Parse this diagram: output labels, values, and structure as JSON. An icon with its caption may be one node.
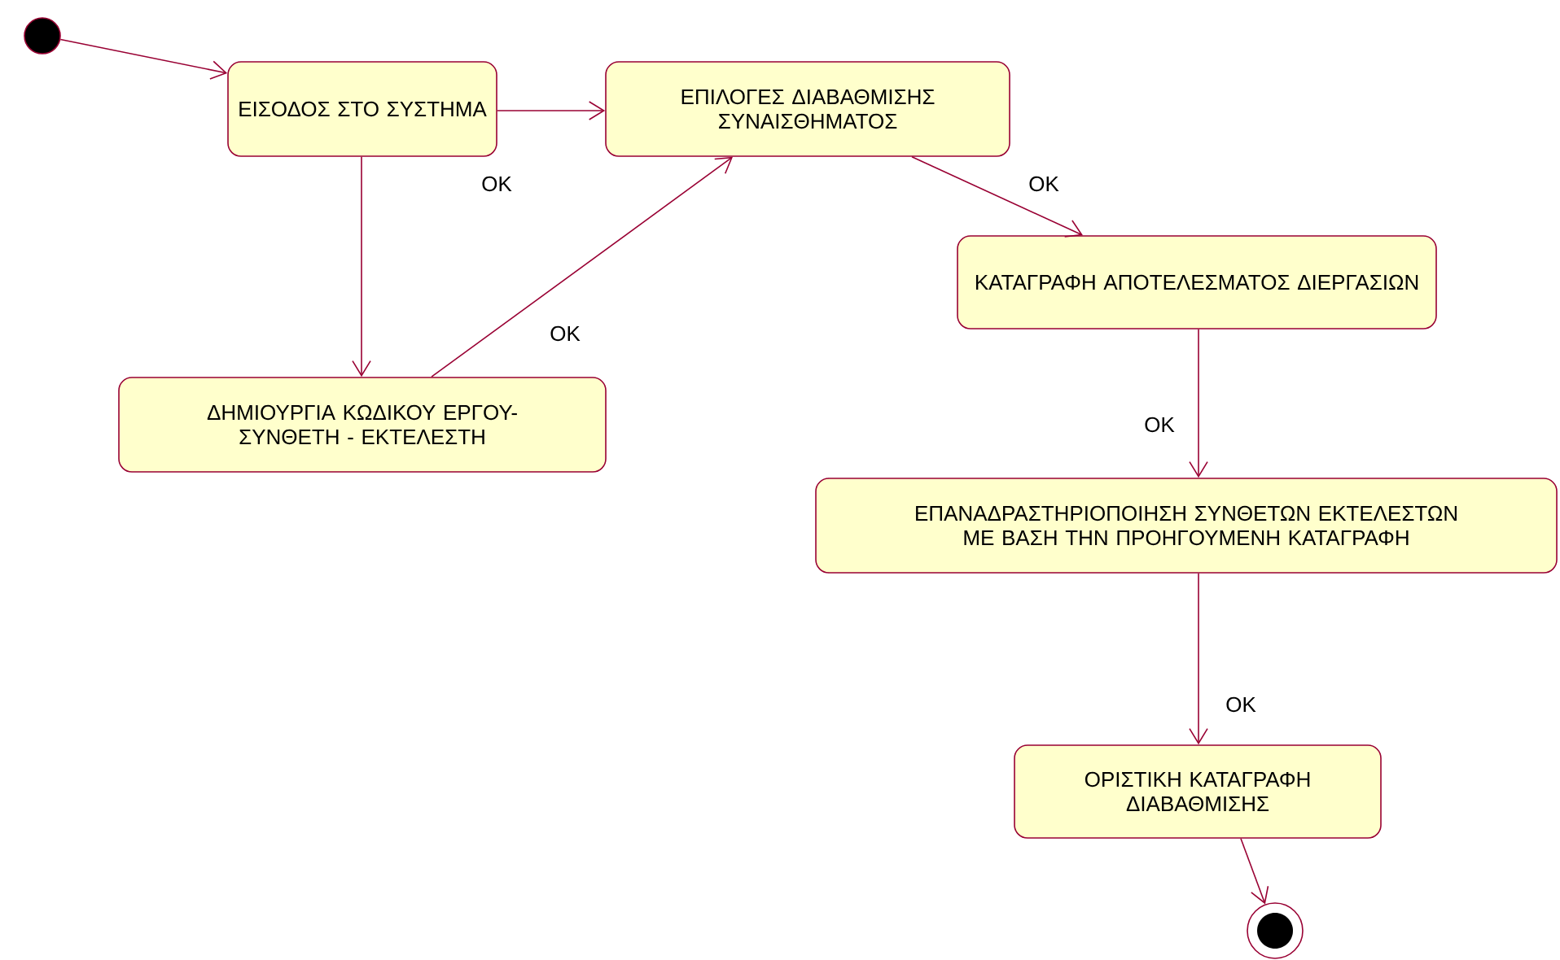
{
  "diagram": {
    "nodes": [
      {
        "text": [],
        "shape": "circle"
      },
      {
        "text": [
          "ΕΙΣΟΔΟΣ ΣΤΟ ΣΥΣΤΗΜΑ"
        ]
      },
      {
        "text": [
          "ΕΠΙΛΟΓΕΣ ΔΙΑΒΑΘΜΙΣΗΣ ΣΥΝΑΙΣΘΗΜΑΤΟΣ"
        ]
      },
      {
        "text": [
          "ΔΗΜΙΟΥΡΓΙΑ ΚΩΔΙΚΟΥ ΕΡΓΟΥ- ΣΥΝΘΕΤΗ - ΕΚΤΕΛΕΣΤΗ"
        ]
      },
      {
        "text": [
          "ΚΑΤΑΓΡΑΦΗ ΑΠΟΤΕΛΕΣΜΑΤΟΣ ΔΙΕΡΓΑΣΙΩΝ"
        ]
      },
      {
        "text": [
          "ΕΠΑΝΑΔΡΑΣΤΗΡΙΟΠΟΙΗΣΗ ΣΥΝΘΕΤΩΝ ΕΚΤΕΛΕΣΤΩΝ ΜΕ ΒΑΣΗ ΤΗΝ ΠΡΟΗΓΟΥΜΕΝΗ ΚΑΤΑΓΡΑΦΗ"
        ]
      },
      {
        "text": [
          "ΟΡΙΣΤΙΚΗ ΚΑΤΑΓΡΑΦΗ ΔΙΑΒΑΘΜΙΣΗΣ"
        ]
      },
      {
        "text": [],
        "shape": "bullseye"
      }
    ],
    "edges": [
      {
        "from": 0,
        "to": 1,
        "arrow": "to"
      },
      {
        "from": 1,
        "to": 2,
        "arrow": "to",
        "label": "OK"
      },
      {
        "from": 1,
        "to": 3,
        "arrow": "to"
      },
      {
        "from": 3,
        "to": 2,
        "arrow": "to",
        "label": "OK"
      },
      {
        "from": 2,
        "to": 4,
        "arrow": "to",
        "label": "OK"
      },
      {
        "from": 4,
        "to": 5,
        "arrow": "to",
        "label": "OK"
      },
      {
        "from": 5,
        "to": 6,
        "arrow": "to",
        "label": "OK"
      },
      {
        "from": 6,
        "to": 7,
        "arrow": "to"
      }
    ]
  }
}
